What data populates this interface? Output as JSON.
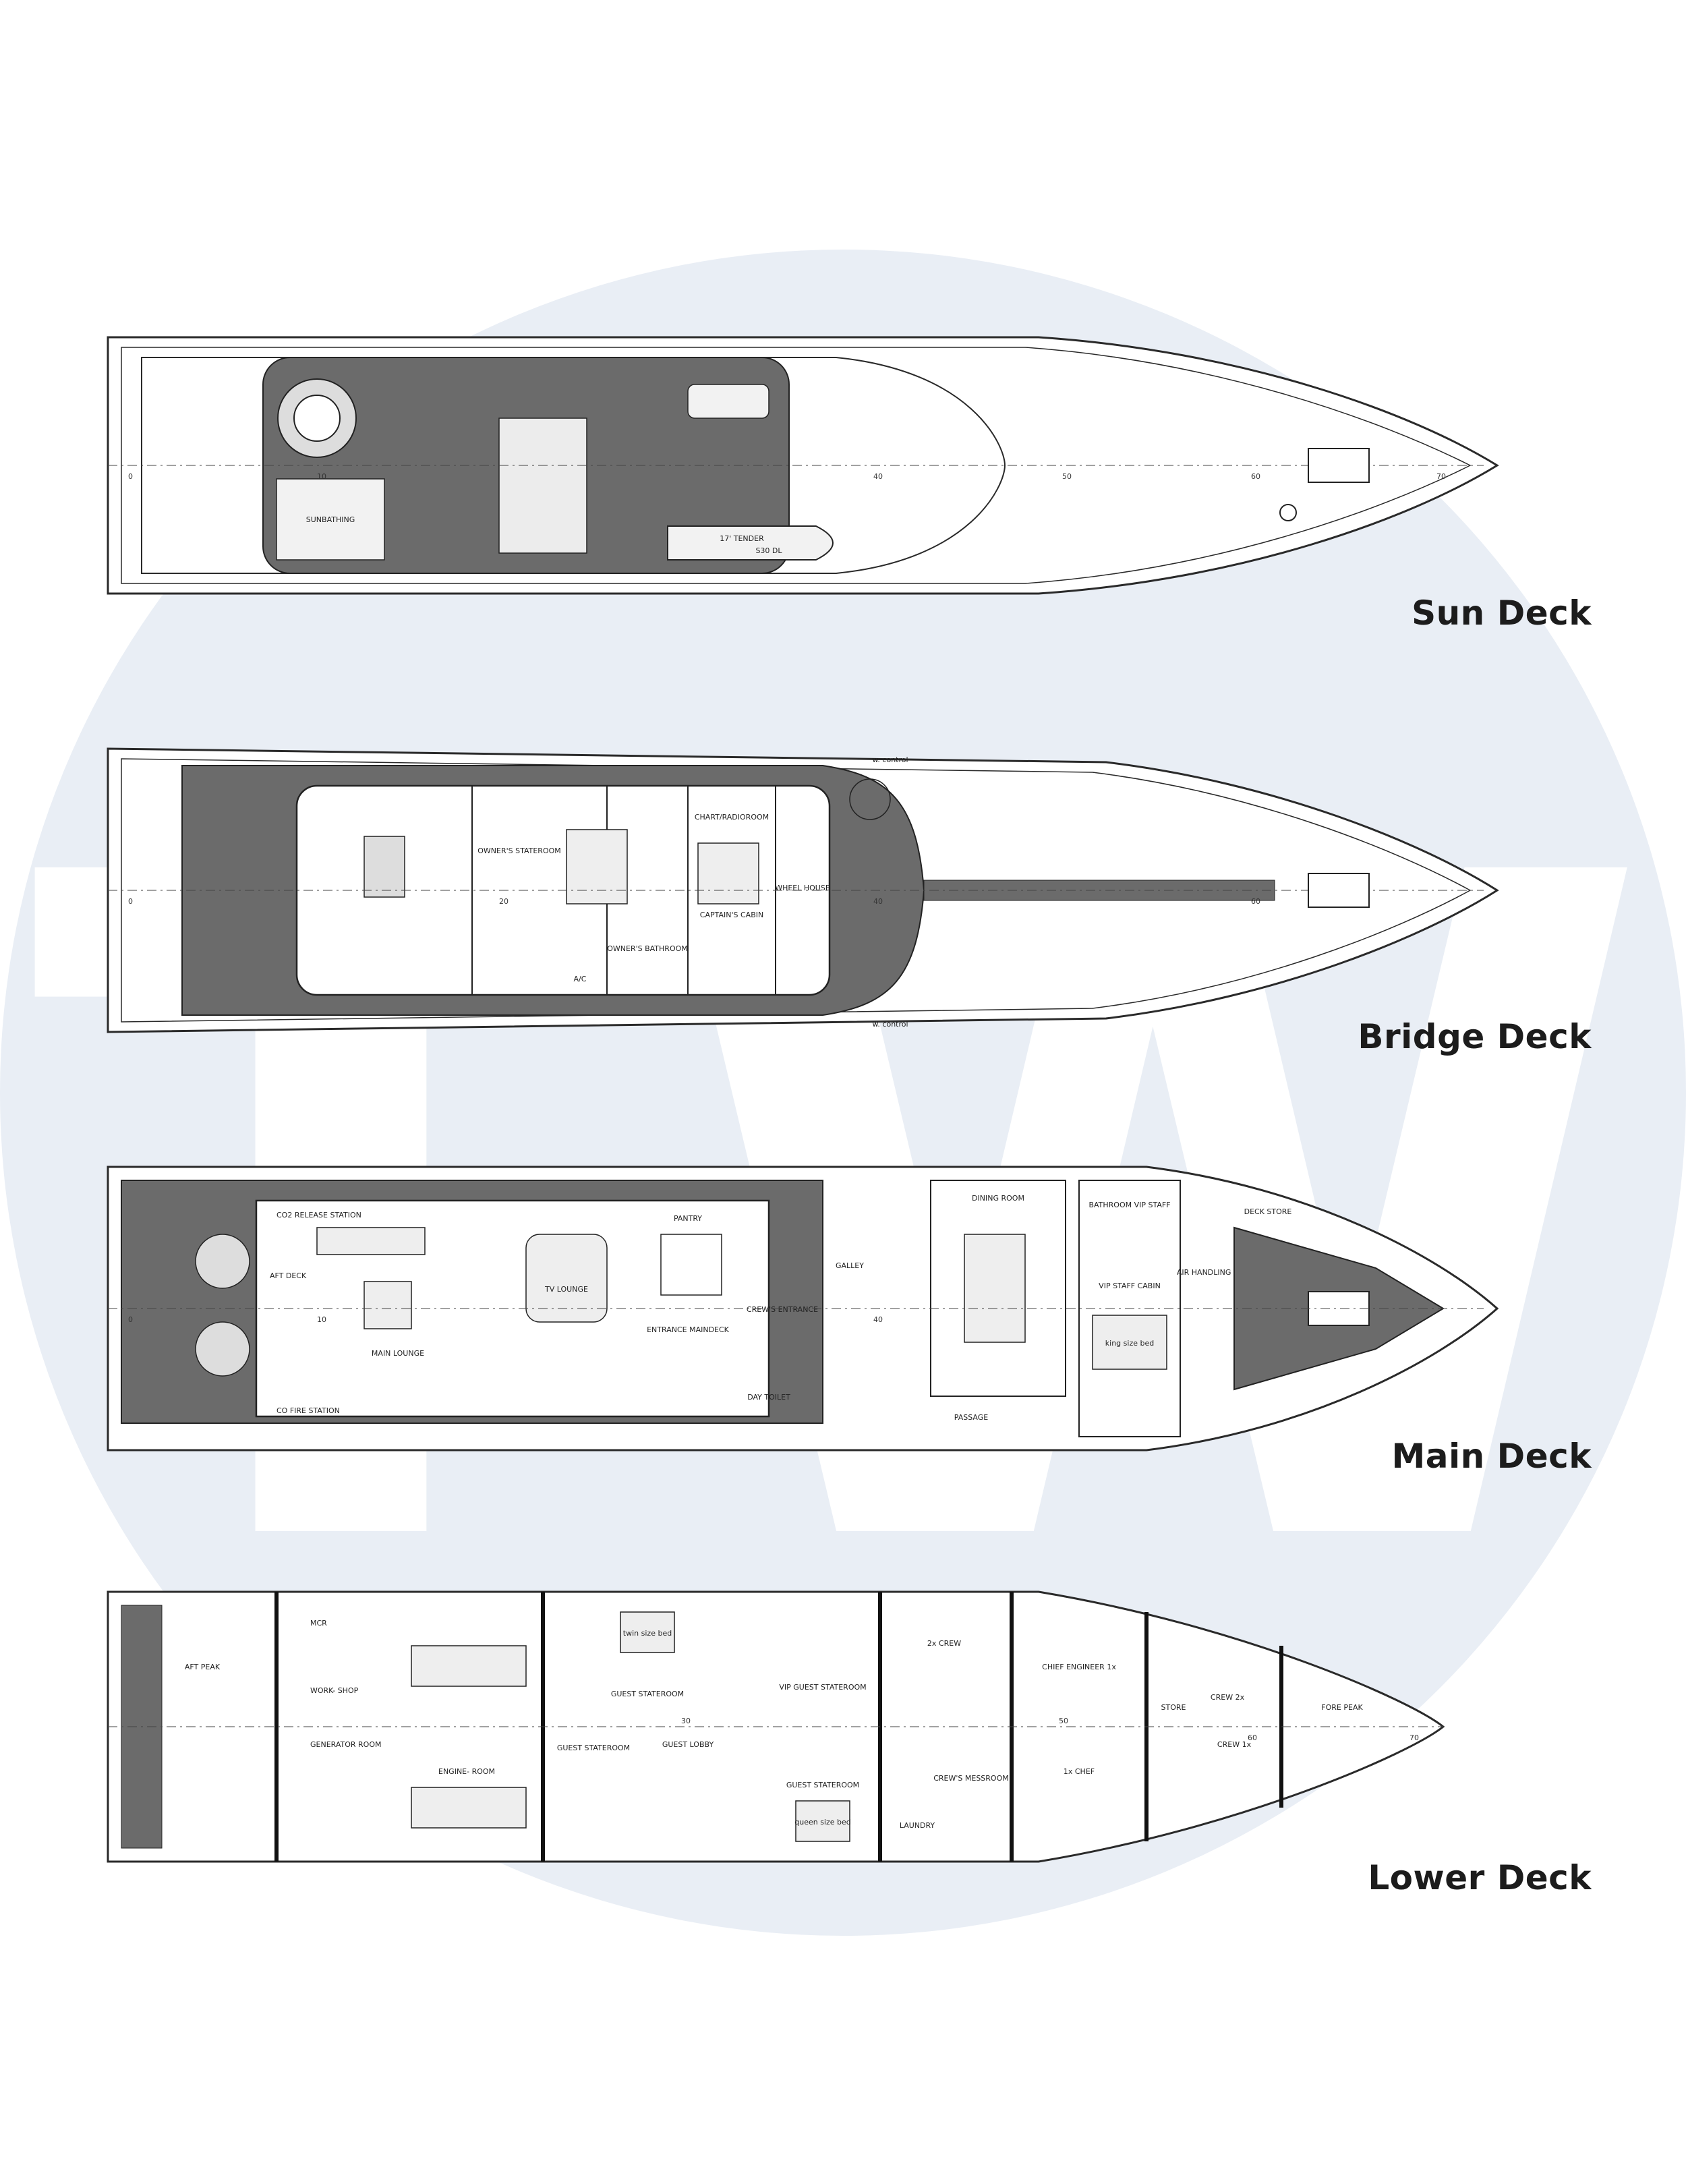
{
  "watermark": {
    "text": "TW",
    "color": "#e9eef5"
  },
  "colors": {
    "line": "#2a2a2a",
    "teak": "#6b6b6b",
    "hull": "#ffffff"
  },
  "decks": [
    {
      "title": "Sun Deck",
      "rooms": {
        "sunbathing": "SUNBATHING",
        "tender": "17' TENDER",
        "tender_model": "S30 DL"
      },
      "frames": [
        "0",
        "10",
        "40",
        "50",
        "60",
        "70"
      ]
    },
    {
      "title": "Bridge Deck",
      "rooms": {
        "owners_stateroom": "OWNER'S STATEROOM",
        "owners_bathroom": "OWNER'S BATHROOM",
        "chart_radioroom": "CHART/RADIOROOM",
        "captains_cabin": "CAPTAIN'S CABIN",
        "wheel_house": "WHEEL HOUSE",
        "wing_control_top": "w. control",
        "wing_control_bottom": "w. control",
        "ac": "A/C"
      },
      "frames": [
        "0",
        "20",
        "40",
        "60"
      ]
    },
    {
      "title": "Main Deck",
      "rooms": {
        "aft_deck": "AFT DECK",
        "co2_station": "CO2 RELEASE STATION",
        "fire_station": "CO FIRE STATION",
        "main_lounge": "MAIN LOUNGE",
        "tv_lounge": "TV LOUNGE",
        "pantry": "PANTRY",
        "entrance_maindeck": "ENTRANCE MAINDECK",
        "crews_entrance": "CREW'S ENTRANCE",
        "galley": "GALLEY",
        "dining_room": "DINING ROOM",
        "day_toilet": "DAY TOILET",
        "passage": "PASSAGE",
        "bathroom_vip_staff": "BATHROOM VIP STAFF",
        "vip_staff_cabin": "VIP STAFF CABIN",
        "king_size_bed": "king size bed",
        "air_handling": "AIR HANDLING UNIT",
        "deck_store": "DECK STORE"
      },
      "frames": [
        "0",
        "10",
        "40"
      ]
    },
    {
      "title": "Lower Deck",
      "rooms": {
        "aft_peak": "AFT PEAK",
        "mcr": "MCR",
        "workshop": "WORK- SHOP",
        "generator_room": "GENERATOR ROOM",
        "engine_room": "ENGINE- ROOM",
        "guest_stateroom_1": "GUEST STATEROOM",
        "guest_stateroom_2": "GUEST STATEROOM",
        "guest_lobby": "GUEST LOBBY",
        "vip_guest_stateroom": "VIP GUEST STATEROOM",
        "guest_stateroom_3": "GUEST STATEROOM",
        "twin_size_bed": "twin size bed",
        "queen_size_bed": "queen size bed",
        "crew_2x": "2x CREW",
        "crews_messroom": "CREW'S MESSROOM",
        "laundry": "LAUNDRY",
        "chief_engineer": "CHIEF ENGINEER 1x",
        "chef": "1x CHEF",
        "crew_2x_fwd": "CREW 2x",
        "crew_1x": "CREW 1x",
        "store": "STORE",
        "fore_peak": "FORE PEAK"
      },
      "frames": [
        "30",
        "50",
        "60",
        "70"
      ]
    }
  ]
}
